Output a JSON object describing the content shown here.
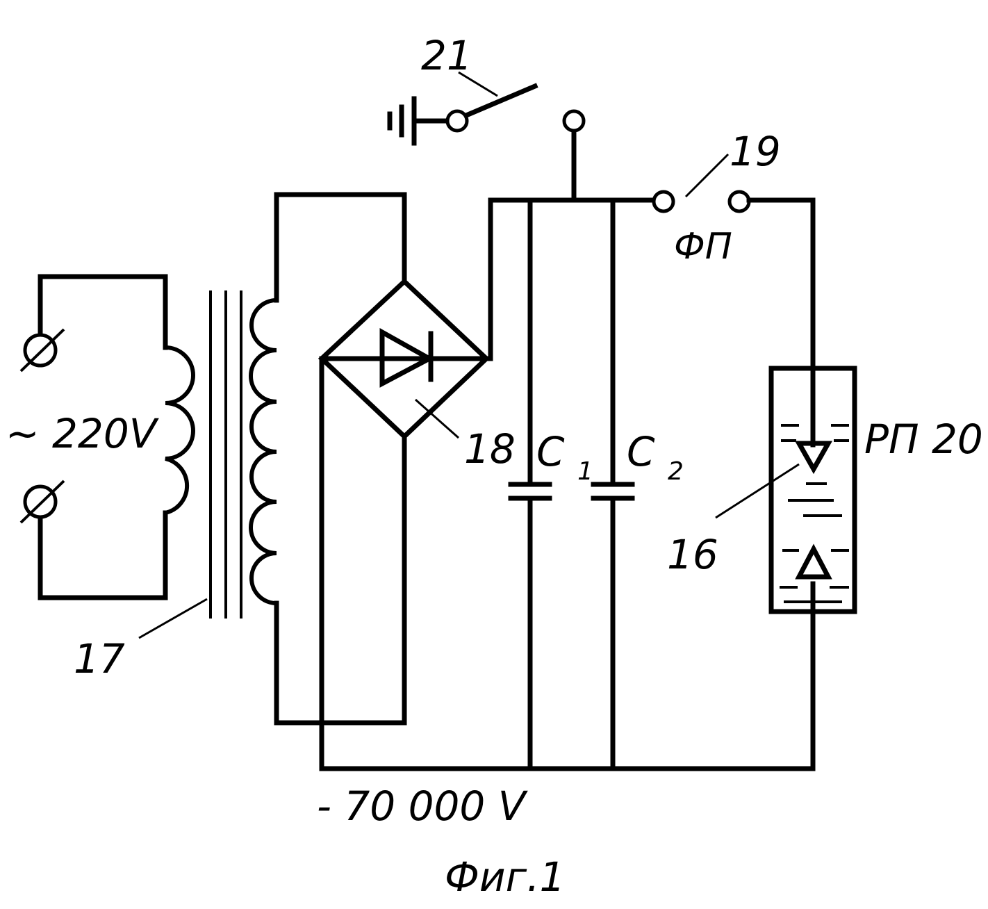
{
  "labels": {
    "switch_ground": "21",
    "switch_main": "19",
    "switch_main_name": "ФП",
    "source_voltage": "~ 220V",
    "transformer": "17",
    "rectifier": "18",
    "capacitor_1_letter": "C",
    "capacitor_1_index": "1",
    "capacitor_2_letter": "C",
    "capacitor_2_index": "2",
    "vessel": "РП 20",
    "electrode": "16",
    "output_voltage": "- 70 000 V",
    "caption": "Фиг.1"
  }
}
